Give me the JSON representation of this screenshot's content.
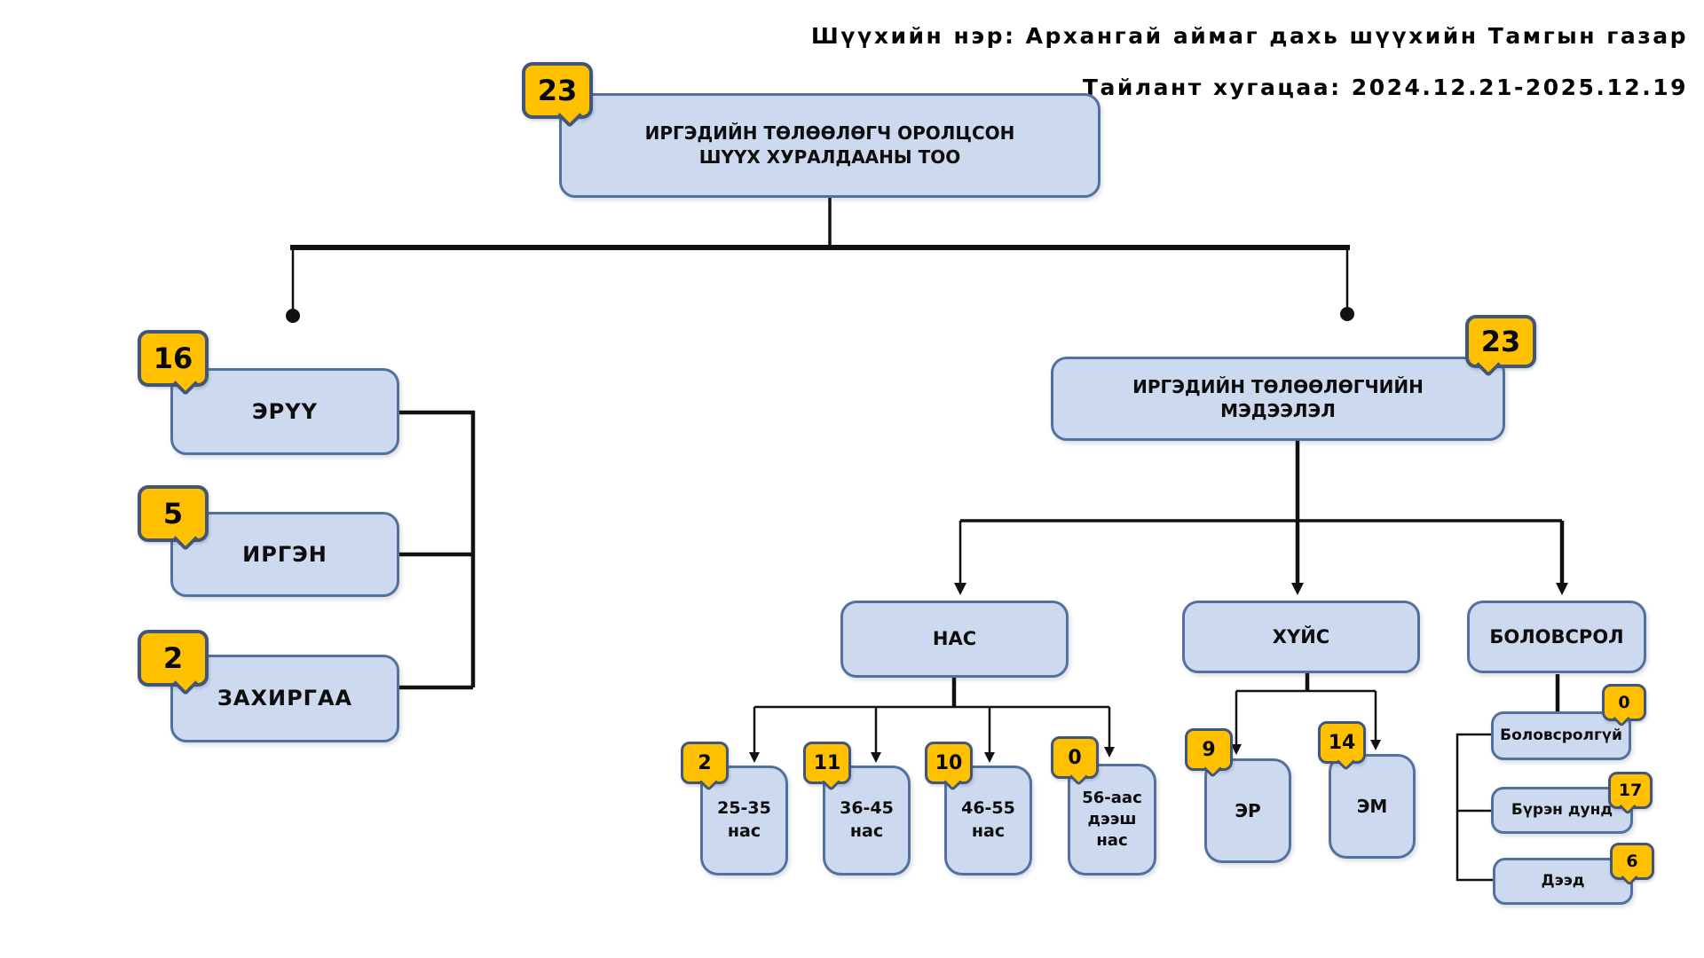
{
  "header": {
    "line1": "Шүүхийн нэр: Архангай аймаг дахь шүүхийн Тамгын газар",
    "line2": "Тайлант хугацаа: 2024.12.21-2025.12.19"
  },
  "colors": {
    "node_fill": "#ccd9ee",
    "node_border": "#53719e",
    "badge_fill": "#ffc000",
    "badge_border": "#42567a",
    "line_color": "#111111"
  },
  "root": {
    "label": "ИРГЭДИЙН ТӨЛӨӨЛӨГЧ ОРОЛЦСОН\nШҮҮХ ХУРАЛДААНЫ ТОО",
    "count": "23"
  },
  "left_branch": {
    "items": [
      {
        "label": "ЭРҮҮ",
        "count": "16"
      },
      {
        "label": "ИРГЭН",
        "count": "5"
      },
      {
        "label": "ЗАХИРГАА",
        "count": "2"
      }
    ]
  },
  "right_branch": {
    "label": "ИРГЭДИЙН ТӨЛӨӨЛӨГЧИЙН\nМЭДЭЭЛЭЛ",
    "count": "23",
    "age": {
      "label": "НАС",
      "items": [
        {
          "label": "25-35\nнас",
          "count": "2"
        },
        {
          "label": "36-45\nнас",
          "count": "11"
        },
        {
          "label": "46-55\nнас",
          "count": "10"
        },
        {
          "label": "56-аас\nдээш\nнас",
          "count": "0"
        }
      ]
    },
    "gender": {
      "label": "ХҮЙС",
      "items": [
        {
          "label": "ЭР",
          "count": "9"
        },
        {
          "label": "ЭМ",
          "count": "14"
        }
      ]
    },
    "education": {
      "label": "БОЛОВСРОЛ",
      "items": [
        {
          "label": "Боловсролгүй",
          "count": "0"
        },
        {
          "label": "Бүрэн дунд",
          "count": "17"
        },
        {
          "label": "Дээд",
          "count": "6"
        }
      ]
    }
  }
}
